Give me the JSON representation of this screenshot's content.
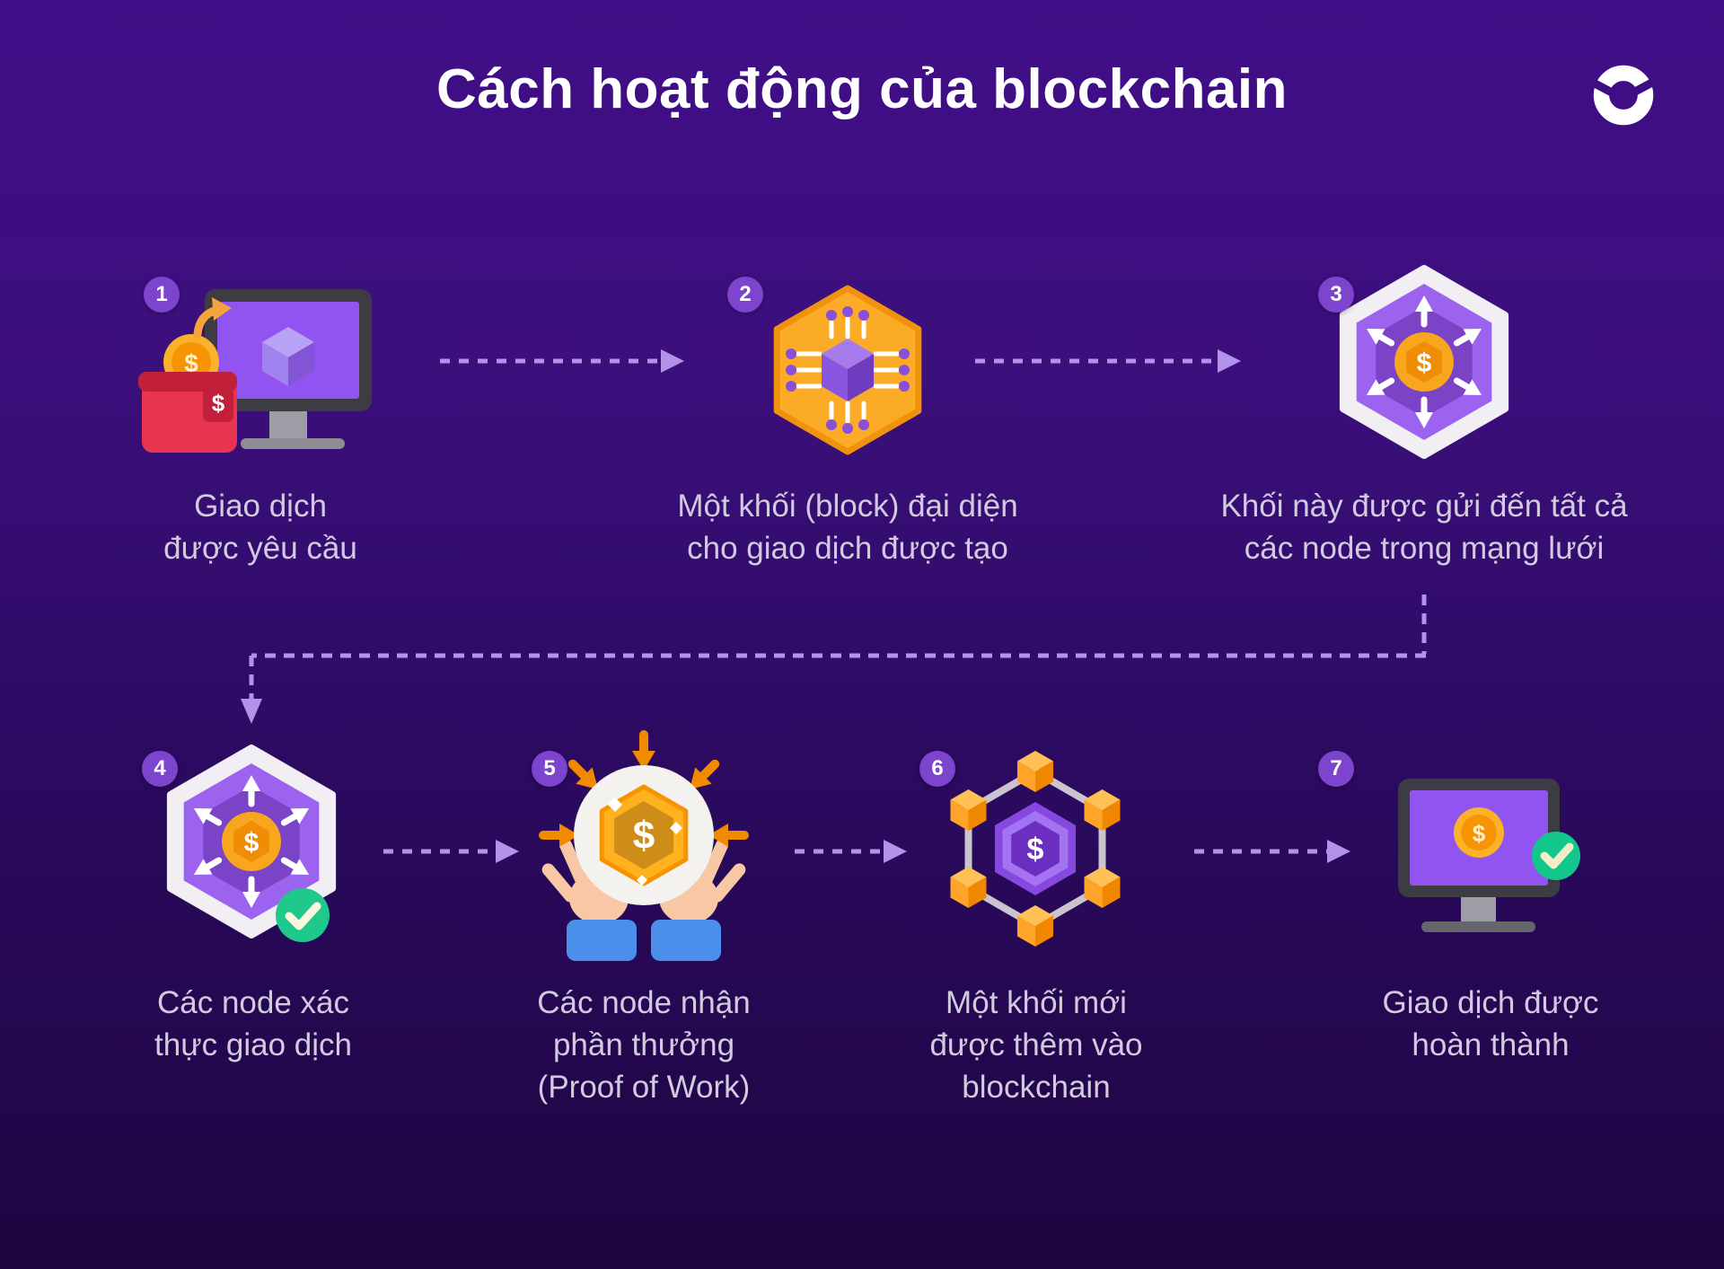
{
  "title": "Cách hoạt động của blockchain",
  "brand": {
    "logo_icon": "broken-ring-logo"
  },
  "symbols": {
    "dollar": "$"
  },
  "colors": {
    "background_top": "#410E87",
    "background_bottom": "#1D0540",
    "title_text": "#FFFFFF",
    "caption_text": "#D2CBE0",
    "badge": "#7D44CE",
    "arrow_dash": "#B393EA",
    "accent_purple": "#9254F0",
    "accent_orange": "#F9A61F",
    "wallet_red": "#E8354F",
    "success_green": "#1EC98B"
  },
  "steps": [
    {
      "number": "1",
      "caption": "Giao dịch\nđược yêu cầu",
      "icon": "wallet-monitor-transaction-icon"
    },
    {
      "number": "2",
      "caption": "Một khối (block) đại diện\ncho giao dịch được tạo",
      "icon": "block-chip-hexagon-icon"
    },
    {
      "number": "3",
      "caption": "Khối này được gửi đến tất cả\ncác node trong mạng lưới",
      "icon": "broadcast-hexagon-icon"
    },
    {
      "number": "4",
      "caption": "Các node xác\nthực giao dịch",
      "icon": "validated-hexagon-check-icon"
    },
    {
      "number": "5",
      "caption": "Các node nhận\nphần thưởng\n(Proof of Work)",
      "icon": "hands-reward-coin-icon"
    },
    {
      "number": "6",
      "caption": "Một khối mới\nđược thêm vào\nblockchain",
      "icon": "block-network-icon"
    },
    {
      "number": "7",
      "caption": "Giao dịch được\nhoàn thành",
      "icon": "monitor-complete-icon"
    }
  ]
}
